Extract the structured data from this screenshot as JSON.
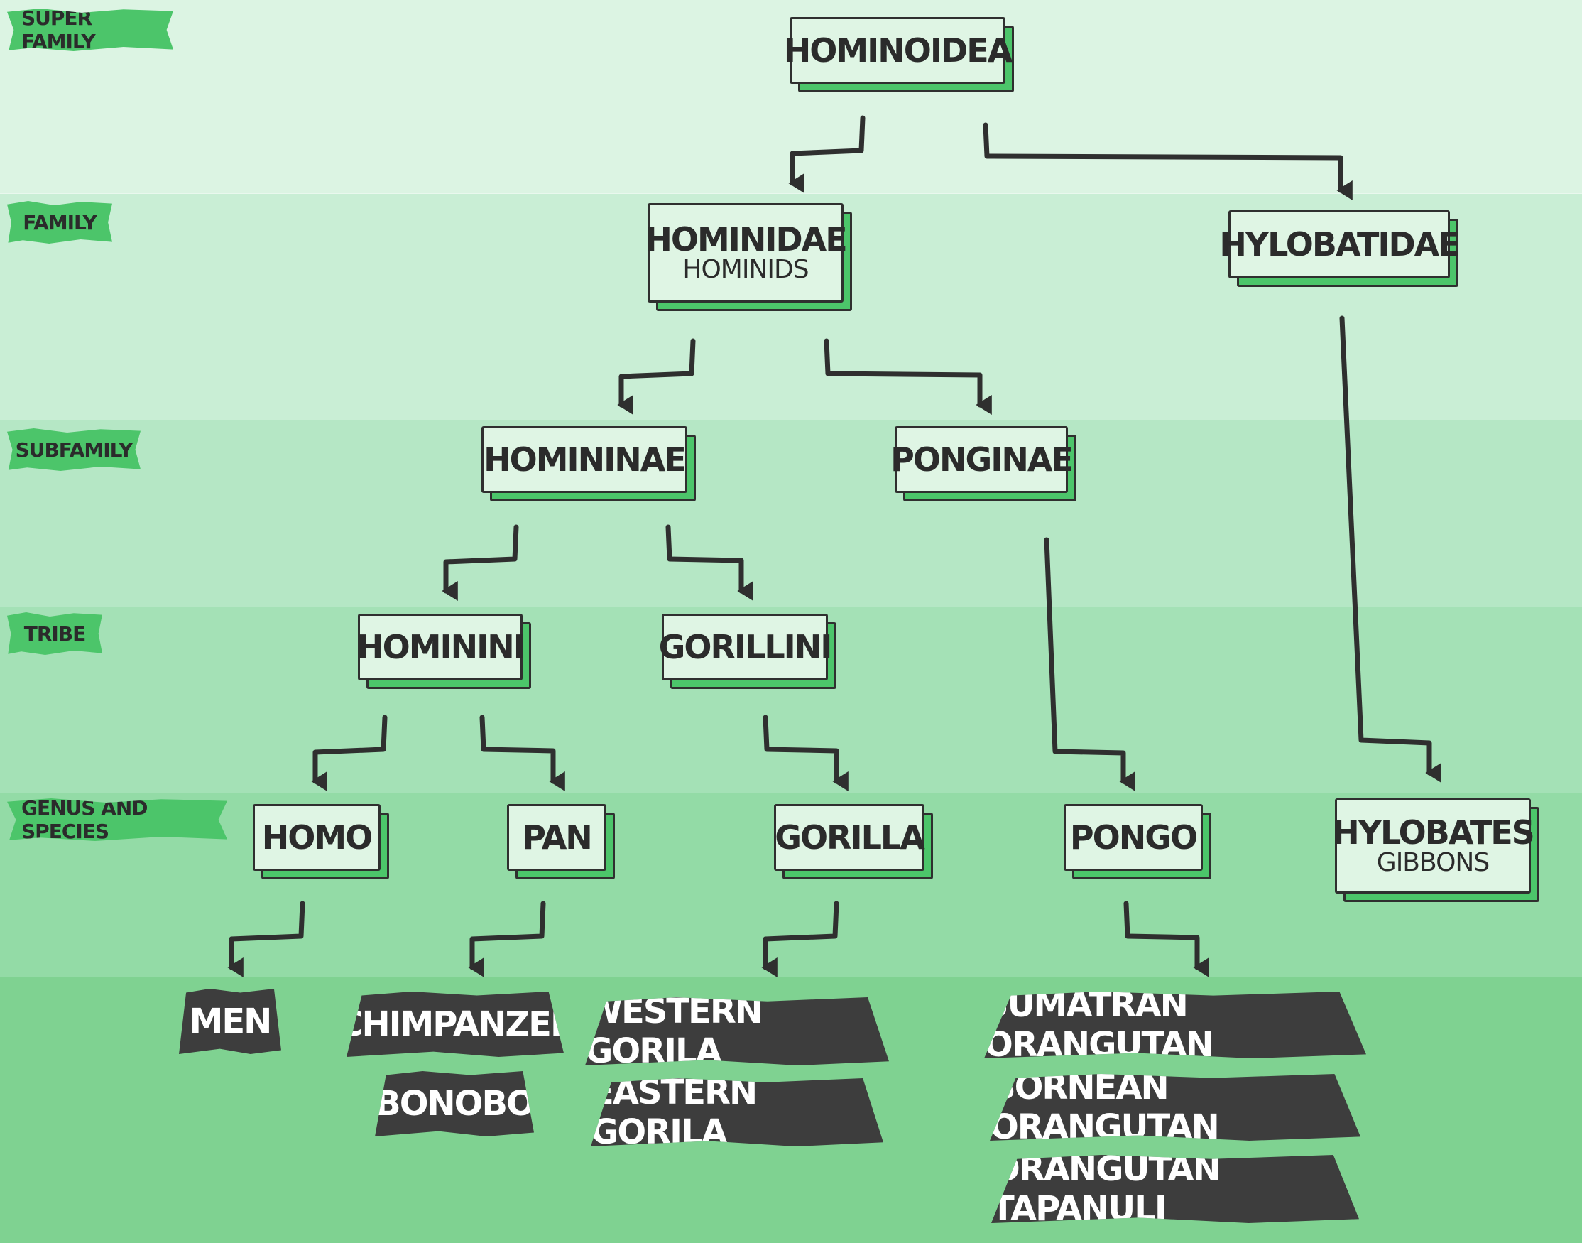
{
  "ranks": [
    {
      "key": "super_family",
      "label": "SUPER FAMILY"
    },
    {
      "key": "family",
      "label": "FAMILY"
    },
    {
      "key": "subfamily",
      "label": "SUBFAMILY"
    },
    {
      "key": "tribe",
      "label": "TRIBE"
    },
    {
      "key": "genus_species",
      "label": "GENUS AND SPECIES"
    }
  ],
  "colors": {
    "band_super_family": "#dcf4e3",
    "band_family": "#c9eed5",
    "band_subfamily": "#b5e7c5",
    "band_tribe": "#a4e1b6",
    "band_genus": "#93dba6",
    "band_species": "#7fd291",
    "tag_green": "#4cc56a",
    "node_face": "#dff5e4",
    "outline": "#2f2f2f",
    "leaf_fill": "#3d3d3d"
  },
  "nodes": {
    "hominoidea": {
      "title": "HOMINOIDEA"
    },
    "hominidae": {
      "title": "HOMINIDAE",
      "subtitle": "HOMINIDS"
    },
    "hylobatidae": {
      "title": "HYLOBATIDAE"
    },
    "homininae": {
      "title": "HOMININAE"
    },
    "ponginae": {
      "title": "PONGINAE"
    },
    "hominini": {
      "title": "HOMININI"
    },
    "gorillini": {
      "title": "GORILLINI"
    },
    "homo": {
      "title": "HOMO"
    },
    "pan": {
      "title": "PAN"
    },
    "gorilla": {
      "title": "GORILLA"
    },
    "pongo": {
      "title": "PONGO"
    },
    "hylobates": {
      "title": "HYLOBATES",
      "subtitle": "GIBBONS"
    }
  },
  "species": {
    "men": "MEN",
    "chimpanzee": "CHIMPANZEE",
    "bonobo": "BONOBO",
    "western_gorila": "WESTERN GORILA",
    "eastern_gorila": "EASTERN GORILA",
    "sumatran_orangutan": "SUMATRAN ORANGUTAN",
    "bornean_orangutan": "BORNEAN ORANGUTAN",
    "orangutan_tapanuli": "ORANGUTAN TAPANULI"
  }
}
